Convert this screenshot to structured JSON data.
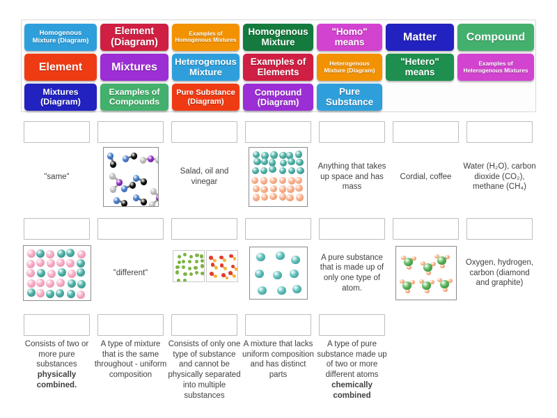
{
  "activity": {
    "type": "match-up-drag-and-drop",
    "topic": "Matter, Mixtures, Elements and Compounds"
  },
  "tile_bank": {
    "tiles": [
      {
        "label": "Homogenous Mixture (Diagram)",
        "color": "#2f9fdc",
        "size": "small"
      },
      {
        "label": "Element (Diagram)",
        "color": "#cf1f42",
        "size": "large"
      },
      {
        "label": "Examples of Homogenous Mixtures",
        "color": "#f39200",
        "size": "tiny"
      },
      {
        "label": "Homogenous Mixture",
        "color": "#147a3d",
        "size": "large"
      },
      {
        "label": "\"Homo\" means",
        "color": "#d243cf",
        "size": "large"
      },
      {
        "label": "Matter",
        "color": "#2222c0",
        "size": "xl"
      },
      {
        "label": "Compound",
        "color": "#43b06d",
        "size": "xl"
      },
      {
        "label": "Element",
        "color": "#ef3b13",
        "size": "xl"
      },
      {
        "label": "Mixtures",
        "color": "#9b2ed4",
        "size": "xl"
      },
      {
        "label": "Heterogenous Mixture",
        "color": "#2f9fdc",
        "size": "large"
      },
      {
        "label": "Examples of Elements",
        "color": "#cf1f42",
        "size": "large"
      },
      {
        "label": "Heterogenous Mixture (Diagram)",
        "color": "#f39200",
        "size": "small"
      },
      {
        "label": "\"Hetero\" means",
        "color": "#1e8f4e",
        "size": "large"
      },
      {
        "label": "Examples of Heterogenous Mixtures",
        "color": "#d243cf",
        "size": "tiny"
      },
      {
        "label": "Mixtures (Diagram)",
        "color": "#2222c0",
        "size": "large"
      },
      {
        "label": "Examples of Compounds",
        "color": "#43b06d",
        "size": "large"
      },
      {
        "label": "Pure Substance (Diagram)",
        "color": "#ef3b13",
        "size": "small"
      },
      {
        "label": "Compound (Diagram)",
        "color": "#9b2ed4",
        "size": "large"
      },
      {
        "label": "Pure Substance",
        "color": "#2f9fdc",
        "size": "large"
      }
    ]
  },
  "rows": [
    {
      "answers": [
        {
          "kind": "text",
          "text": "\"same\""
        },
        {
          "kind": "diagram",
          "name": "mixtures-diagram"
        },
        {
          "kind": "text",
          "text": "Salad, oil and vinegar"
        },
        {
          "kind": "diagram",
          "name": "heterogenous-mixture-diagram"
        },
        {
          "kind": "text",
          "text": "Anything that takes up space and has mass"
        },
        {
          "kind": "text",
          "text": "Cordial, coffee"
        },
        {
          "kind": "text_html",
          "text": "Water (H₂O), carbon dioxide (CO₂), methane (CH₄)"
        }
      ]
    },
    {
      "answers": [
        {
          "kind": "diagram",
          "name": "homogenous-mixture-diagram"
        },
        {
          "kind": "text",
          "text": "\"different\""
        },
        {
          "kind": "diagram",
          "name": "examples-of-elements-diagram"
        },
        {
          "kind": "diagram",
          "name": "element-diagram"
        },
        {
          "kind": "text",
          "text": "A pure substance that is made up of only one type of atom."
        },
        {
          "kind": "diagram",
          "name": "compound-diagram"
        },
        {
          "kind": "text",
          "text": "Oxygen, hydrogen, carbon (diamond and graphite)"
        }
      ]
    },
    {
      "answers": [
        {
          "kind": "text_html",
          "text": "Consists of two or more pure substances <b>physically combined.</b>"
        },
        {
          "kind": "text",
          "text": "A type of mixture that is the same throughout - uniform composition"
        },
        {
          "kind": "text",
          "text": "Consists of only one type of substance and cannot be physically separated into multiple substances"
        },
        {
          "kind": "text",
          "text": "A mixture that lacks uniform composition and has distinct parts"
        },
        {
          "kind": "text_html",
          "text": "A type of pure substance made up of two or more different atoms <b>chemically combined</b>"
        }
      ]
    }
  ],
  "colors": {
    "page_background": "#ffffff",
    "dropzone_border": "#bcbcbc",
    "bank_border": "#d8d8d8",
    "text": "#404040"
  }
}
